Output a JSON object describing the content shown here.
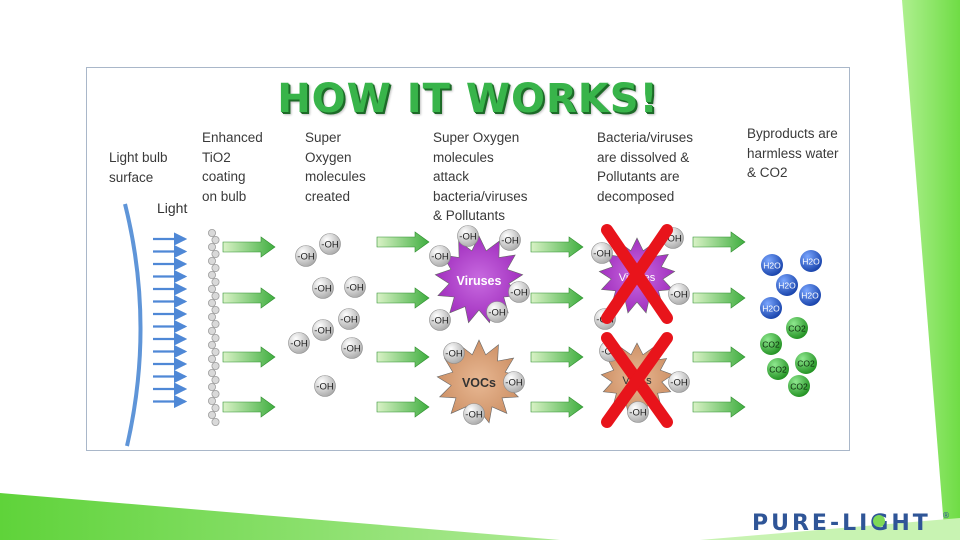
{
  "title": "HOW IT WORKS!",
  "light_label": "Light",
  "captions": {
    "surface": [
      "Light bulb",
      "surface"
    ],
    "coating": [
      "Enhanced",
      "TiO2",
      "coating",
      "on bulb"
    ],
    "oxygen": [
      "Super",
      "Oxygen",
      "molecules",
      "created"
    ],
    "attack": [
      "Super Oxygen",
      "molecules",
      "attack",
      "bacteria/viruses",
      "& Pollutants"
    ],
    "dissolved": [
      "Bacteria/viruses",
      "are dissolved &",
      "Pollutants are",
      "decomposed"
    ],
    "byproducts": [
      "Byproducts are",
      "harmless water",
      "& CO2"
    ]
  },
  "molecule_label": "-OH",
  "blob_labels": {
    "viruses": "Viruses",
    "vocs": "VOCs"
  },
  "byproduct_labels": {
    "water": "H2O",
    "co2": "CO2"
  },
  "logo": {
    "text": "PURE-LIGHT",
    "mark": "®"
  },
  "colors": {
    "title_green": "#38b44a",
    "arrow_green": "#3fae3f",
    "light_arrow_blue": "#4f88d6",
    "virus_purple": "#b040c8",
    "voc_tan": "#d8a07a",
    "x_red": "#e8141b",
    "water_blue": "#1f56c9",
    "co2_green": "#2fa82f",
    "slide_green": "#7ed957",
    "logo_blue": "#2f5597"
  }
}
